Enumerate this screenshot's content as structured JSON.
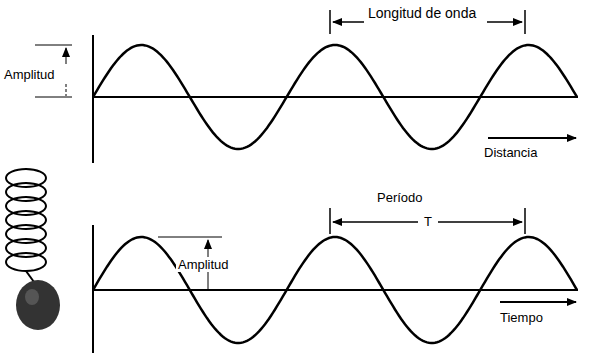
{
  "diagram": {
    "labels": [
      "Longitud de onda",
      "Amplitud",
      "Distancia",
      "Amplitud",
      "Período",
      "T",
      "Tiempo"
    ]
  }
}
